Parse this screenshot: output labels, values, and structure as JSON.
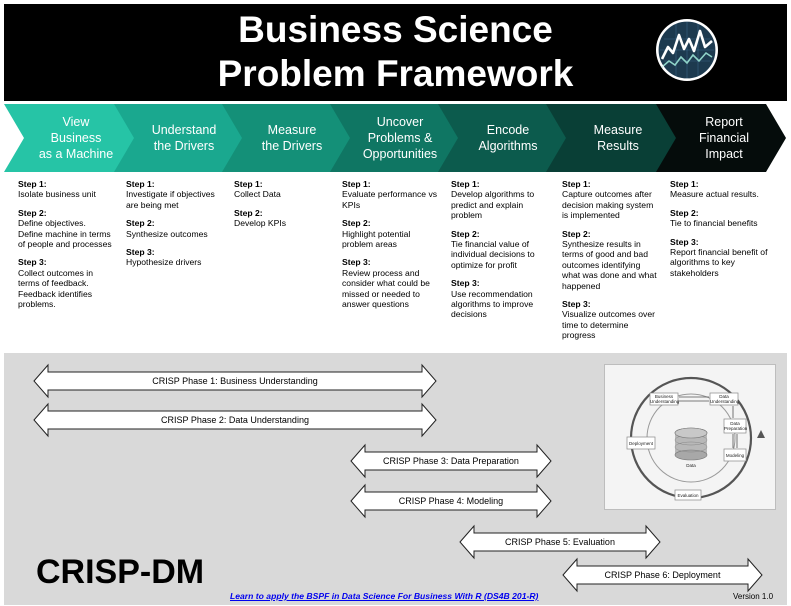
{
  "title": "Business Science\nProblem Framework",
  "colors": {
    "title_bg": "#000000",
    "chevrons": [
      "#26c4a6",
      "#1aa88f",
      "#149078",
      "#0f7663",
      "#0c5b4d",
      "#093f36",
      "#050c0b"
    ],
    "crisp_panel": "#d9d9d9"
  },
  "chevrons": [
    {
      "label": "View\nBusiness\nas a Machine"
    },
    {
      "label": "Understand\nthe Drivers"
    },
    {
      "label": "Measure\nthe Drivers"
    },
    {
      "label": "Uncover\nProblems &\nOpportunities"
    },
    {
      "label": "Encode\nAlgorithms"
    },
    {
      "label": "Measure\nResults"
    },
    {
      "label": "Report\nFinancial\nImpact"
    }
  ],
  "columns": [
    {
      "steps": [
        {
          "title": "Step 1:",
          "text": "Isolate business unit"
        },
        {
          "title": "Step 2:",
          "text": "Define objectives.\nDefine machine in terms\nof people and processes"
        },
        {
          "title": "Step 3:",
          "text": "Collect outcomes in\nterms of feedback.\nFeedback identifies\nproblems."
        }
      ]
    },
    {
      "steps": [
        {
          "title": "Step 1:",
          "text": "Investigate if objectives\nare being met"
        },
        {
          "title": "Step 2:",
          "text": "Synthesize outcomes"
        },
        {
          "title": "Step 3:",
          "text": "Hypothesize drivers"
        }
      ]
    },
    {
      "steps": [
        {
          "title": "Step 1:",
          "text": "Collect Data"
        },
        {
          "title": "Step 2:",
          "text": "Develop KPIs"
        }
      ]
    },
    {
      "steps": [
        {
          "title": "Step 1:",
          "text": "Evaluate performance vs\nKPIs"
        },
        {
          "title": "Step 2:",
          "text": "Highlight potential\nproblem areas"
        },
        {
          "title": "Step 3:",
          "text": "Review process and\nconsider what could be\nmissed or needed to\nanswer questions"
        }
      ]
    },
    {
      "steps": [
        {
          "title": "Step 1:",
          "text": "Develop algorithms to\npredict and explain\nproblem"
        },
        {
          "title": "Step 2:",
          "text": "Tie financial value of\nindividual decisions to\noptimize for profit"
        },
        {
          "title": "Step 3:",
          "text": "Use recommendation\nalgorithms to improve\ndecisions"
        }
      ]
    },
    {
      "steps": [
        {
          "title": "Step 1:",
          "text": "Capture outcomes after\ndecision making system\nis implemented"
        },
        {
          "title": "Step 2:",
          "text": "Synthesize results in\nterms of good and bad\noutcomes identifying\nwhat was done and what\nhappened"
        },
        {
          "title": "Step 3:",
          "text": "Visualize outcomes over\ntime to determine\nprogress"
        }
      ]
    },
    {
      "steps": [
        {
          "title": "Step 1:",
          "text": "Measure actual results."
        },
        {
          "title": "Step 2:",
          "text": "Tie to financial benefits"
        },
        {
          "title": "Step 3:",
          "text": "Report financial benefit of\nalgorithms to key\nstakeholders"
        }
      ]
    }
  ],
  "crisp": {
    "title": "CRISP-DM",
    "phases": [
      {
        "label": "CRISP Phase 1: Business Understanding"
      },
      {
        "label": "CRISP Phase 2: Data Understanding"
      },
      {
        "label": "CRISP Phase 3: Data Preparation"
      },
      {
        "label": "CRISP Phase 4: Modeling"
      },
      {
        "label": "CRISP Phase 5: Evaluation"
      },
      {
        "label": "CRISP Phase 6: Deployment"
      }
    ],
    "diagram": {
      "business_understanding": "Business\nUnderstanding",
      "data_understanding": "Data\nUnderstanding",
      "data_preparation": "Data\nPreparation",
      "modeling": "Modeling",
      "evaluation": "Evaluation",
      "deployment": "Deployment",
      "data": "Data"
    }
  },
  "footer": {
    "link_text": "Learn to apply the BSPF in Data Science For Business With R (DS4B 201-R)",
    "version": "Version 1.0"
  }
}
